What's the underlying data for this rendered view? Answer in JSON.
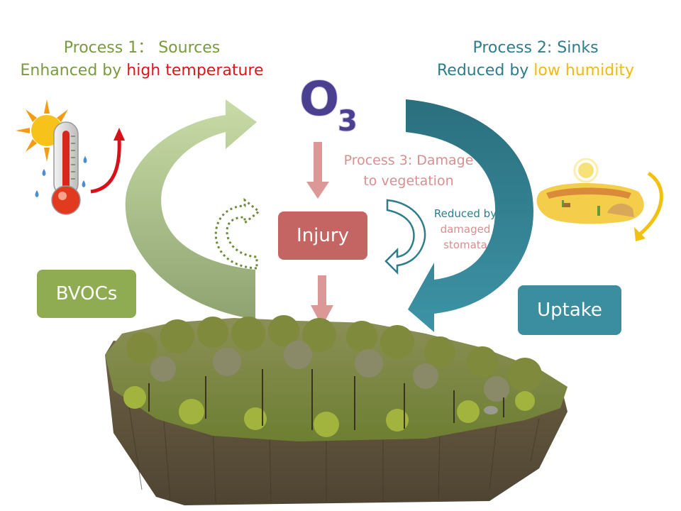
{
  "process1": {
    "line1": "Process 1： Sources",
    "line2_prefix": "Enhanced by ",
    "line2_highlight": "high temperature"
  },
  "process2": {
    "line1": "Process 2: Sinks",
    "line2_prefix": "Reduced by ",
    "line2_highlight": "low humidity"
  },
  "ozone": {
    "symbol": "O",
    "subscript": "3"
  },
  "process3": {
    "line1": "Process 3: Damage",
    "line2": "to vegetation"
  },
  "stomata_note": {
    "line1": "Reduced by",
    "line2": "damaged",
    "line3": "stomata"
  },
  "boxes": {
    "injury": "Injury",
    "bvocs": "BVOCs",
    "uptake": "Uptake"
  },
  "colors": {
    "sources_green": "#7a9a3e",
    "sinks_teal": "#2e7d8c",
    "highlight_red": "#e0141b",
    "highlight_yellow": "#f2b90f",
    "ozone_purple": "#4b3f8f",
    "damage_pink": "#d98f8f",
    "injury_box": "#c46563",
    "bvocs_box": "#8fac53",
    "uptake_box": "#3a8ea0"
  },
  "icons": [
    "thermometer-sun-icon",
    "desert-icon",
    "forest-block-illustration"
  ]
}
